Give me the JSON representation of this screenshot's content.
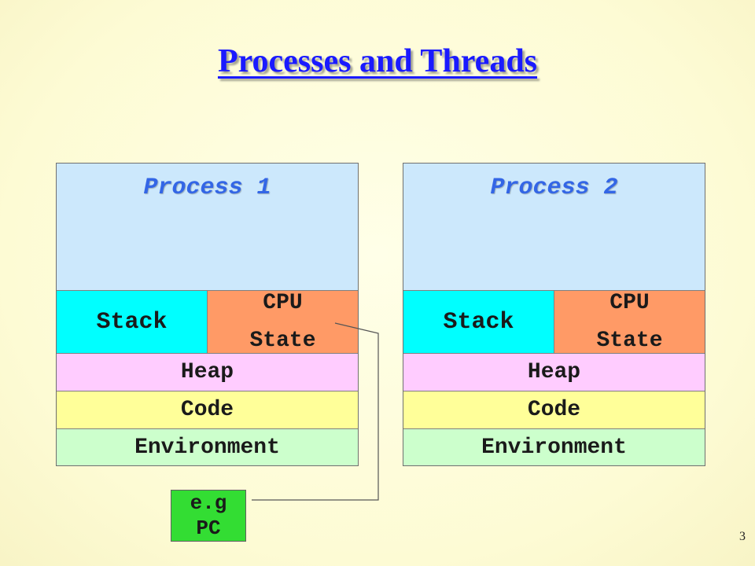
{
  "title": "Processes and Threads",
  "processes": [
    {
      "label": "Process 1",
      "stack": "Stack",
      "cpu_line1": "CPU",
      "cpu_line2": "State",
      "heap": "Heap",
      "code": "Code",
      "environment": "Environment"
    },
    {
      "label": "Process 2",
      "stack": "Stack",
      "cpu_line1": "CPU",
      "cpu_line2": "State",
      "heap": "Heap",
      "code": "Code",
      "environment": "Environment"
    }
  ],
  "callout": {
    "line1": "e.g",
    "line2": "PC"
  },
  "page_number": "3",
  "colors": {
    "title": "#1a1aff",
    "process_bg": "#cce8fc",
    "process_label": "#3366e6",
    "stack": "#00ffff",
    "cpu_state": "#ff9a66",
    "heap": "#ffccff",
    "code": "#ffff99",
    "environment": "#ccffcc",
    "callout": "#33dd33"
  }
}
